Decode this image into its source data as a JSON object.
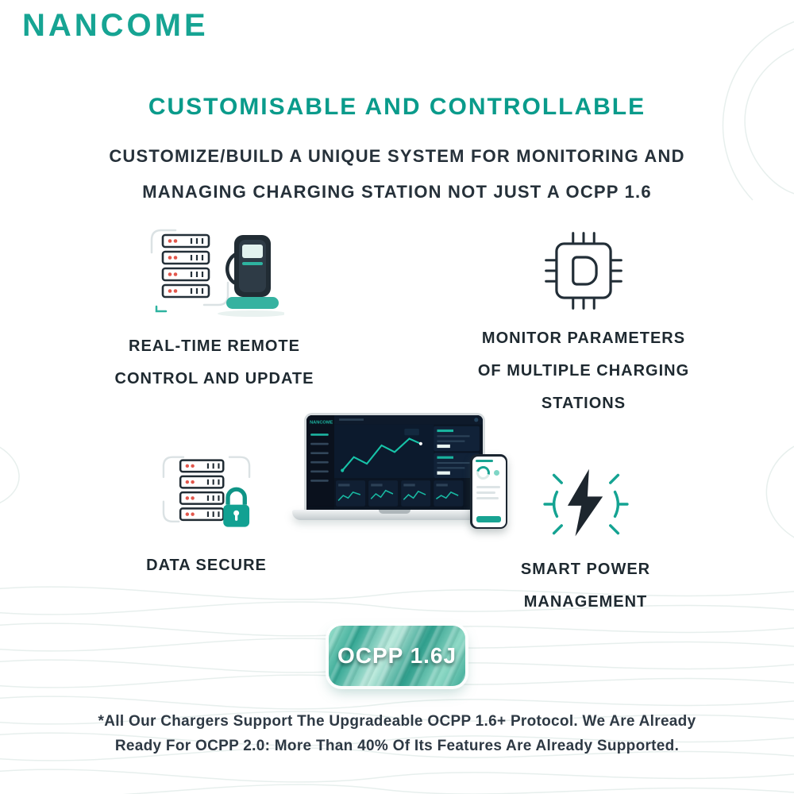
{
  "brand": {
    "logo": "NANCOME"
  },
  "header": {
    "title": "CUSTOMISABLE AND CONTROLLABLE",
    "subtitle_lines": [
      "CUSTOMIZE/BUILD A UNIQUE SYSTEM FOR MONITORING AND",
      "MANAGING CHARGING STATION NOT JUST A OCPP 1.6"
    ]
  },
  "features": {
    "remote": {
      "lines": [
        "REAL-TIME REMOTE",
        "CONTROL AND UPDATE"
      ]
    },
    "monitor": {
      "lines": [
        "MONITOR PARAMETERS",
        "OF MULTIPLE CHARGING",
        "STATIONS"
      ]
    },
    "secure": {
      "lines": [
        "DATA SECURE"
      ]
    },
    "power": {
      "lines": [
        "SMART POWER",
        "MANAGEMENT"
      ]
    }
  },
  "mockup": {
    "laptop_brand": "NANCOME"
  },
  "badge": {
    "label": "OCPP 1.6J"
  },
  "footer": {
    "lines": [
      "*All Our Chargers Support The Upgradeable OCPP 1.6+ Protocol. We Are Already",
      "Ready For OCPP 2.0: More Than 40% Of Its Features Are Already Supported."
    ]
  },
  "colors": {
    "brand_teal": "#16a493",
    "title_teal": "#0a9b8b",
    "dark_text": "#26313a",
    "accent_red": "#e2574c"
  }
}
